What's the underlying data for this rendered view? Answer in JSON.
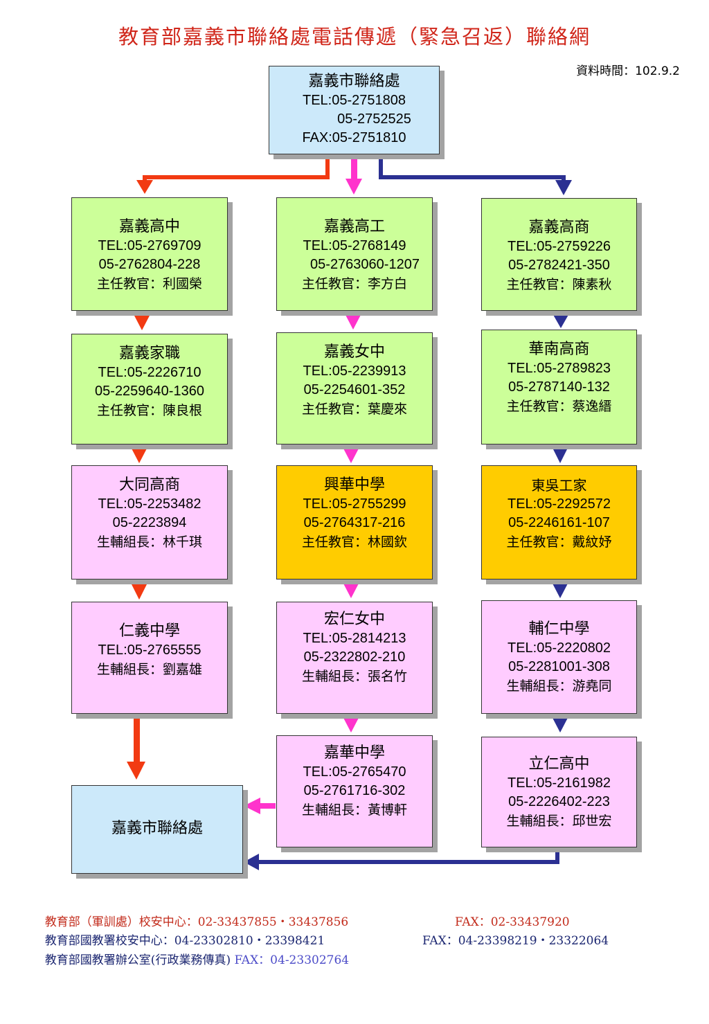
{
  "title": "教育部嘉義市聯絡處電話傳遞（緊急召返）聯絡網",
  "data_time": "資料時間：102.9.2",
  "top": {
    "name": "嘉義市聯絡處",
    "tel1": "TEL:05-2751808",
    "tel2": "05-2752525",
    "fax": "FAX:05-2751810"
  },
  "nodes": {
    "c1r1": {
      "name": "嘉義高中",
      "tel1": "TEL:05-2769709",
      "tel2": "05-2762804-228",
      "contact": "主任教官：利國榮"
    },
    "c1r2": {
      "name": "嘉義家職",
      "tel1": "TEL:05-2226710",
      "tel2": "05-2259640-1360",
      "contact": "主任教官：陳良根"
    },
    "c1r3": {
      "name": "大同高商",
      "tel1": "TEL:05-2253482",
      "tel2": "05-2223894",
      "contact": "生輔組長：林千琪"
    },
    "c1r4": {
      "name": "仁義中學",
      "tel1": "TEL:05-2765555",
      "contact": "生輔組長：劉嘉雄"
    },
    "c2r1": {
      "name": "嘉義高工",
      "tel1": "TEL:05-2768149",
      "tel2": "05-2763060-1207",
      "contact": "主任教官：李方白"
    },
    "c2r2": {
      "name": "嘉義女中",
      "tel1": "TEL:05-2239913",
      "tel2": "05-2254601-352",
      "contact": "主任教官：葉慶來"
    },
    "c2r3": {
      "name": "興華中學",
      "tel1": "TEL:05-2755299",
      "tel2": "05-2764317-216",
      "contact": "主任教官：林國欽"
    },
    "c2r4": {
      "name": "宏仁女中",
      "tel1": "TEL:05-2814213",
      "tel2": "05-2322802-210",
      "contact": "生輔組長：張名竹"
    },
    "c2r5": {
      "name": "嘉華中學",
      "tel1": "TEL:05-2765470",
      "tel2": "05-2761716-302",
      "contact": "生輔組長：黃博軒"
    },
    "c3r1": {
      "name": "嘉義高商",
      "tel1": "TEL:05-2759226",
      "tel2": "05-2782421-350",
      "contact": "主任教官：陳素秋"
    },
    "c3r2": {
      "name": "華南高商",
      "tel1": "TEL:05-2789823",
      "tel2": "05-2787140-132",
      "contact": "主任教官：蔡逸縉"
    },
    "c3r3": {
      "name": "東吳工家",
      "tel1": "TEL:05-2292572",
      "tel2": "05-2246161-107",
      "contact": "主任教官：戴紋妤"
    },
    "c3r4": {
      "name": "輔仁中學",
      "tel1": "TEL:05-2220802",
      "tel2": "05-2281001-308",
      "contact": "生輔組長：游堯同"
    },
    "c3r5": {
      "name": "立仁高中",
      "tel1": "TEL:05-2161982",
      "tel2": "05-2226402-223",
      "contact": "生輔組長：邱世宏"
    }
  },
  "bottom": {
    "name": "嘉義市聯絡處"
  },
  "colors": {
    "red": "#f23a12",
    "magenta": "#ff33cc",
    "navy": "#2b3092",
    "green_box": "#ccff99",
    "pink_box": "#ffccff",
    "orange_box": "#ffcc00",
    "blue_box": "#cce9fa"
  },
  "footer": {
    "line1": {
      "text": "教育部（軍訓處）校安中心：02-33437855・33437856",
      "fax": "FAX：02-33437920"
    },
    "line2": {
      "text": "教育部國教署校安中心：04-23302810・23398421",
      "fax": "FAX：04-23398219・23322064"
    },
    "line3": {
      "text": "教育部國教署辦公室(行政業務傳真)",
      "fax": "FAX：04-23302764"
    }
  }
}
